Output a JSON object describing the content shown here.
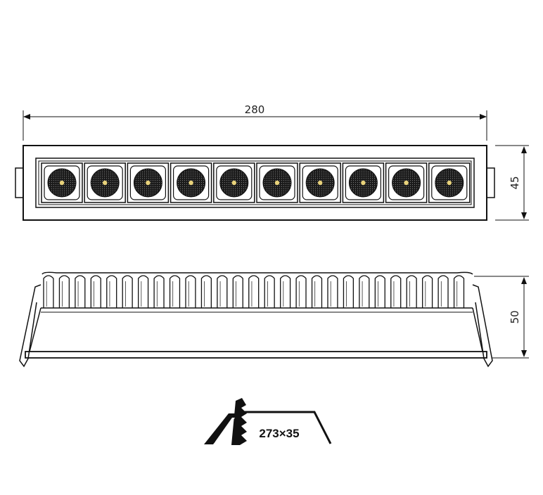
{
  "dimensions": {
    "length": "280",
    "width": "45",
    "height": "50"
  },
  "cutout": {
    "label": "273×35"
  },
  "led_count": 10,
  "fin_count": 27,
  "colors": {
    "line": "#111111",
    "lens": "#1a1a1a",
    "led_core": "#e8d27a",
    "background": "#ffffff"
  }
}
